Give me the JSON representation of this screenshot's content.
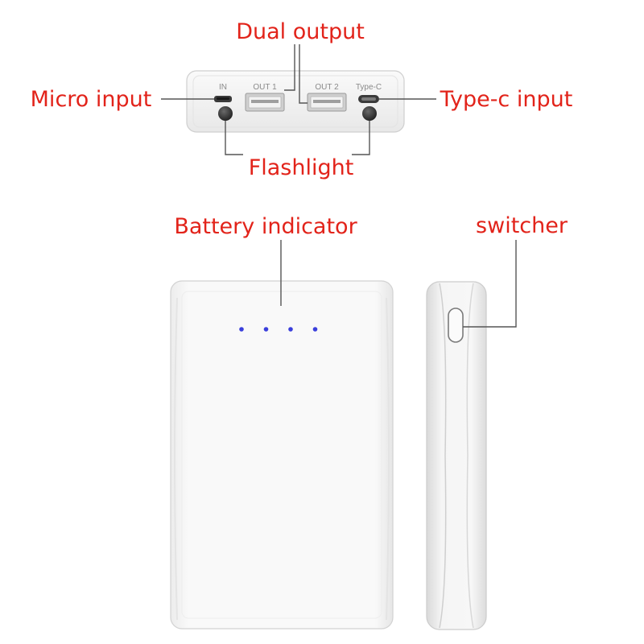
{
  "callouts": {
    "dual_output": "Dual output",
    "micro_input": "Micro input",
    "type_c_input": "Type-c input",
    "flashlight": "Flashlight",
    "battery_indicator": "Battery indicator",
    "switcher": "switcher"
  },
  "port_labels": {
    "in": "IN",
    "out1": "OUT 1",
    "out2": "OUT 2",
    "type_c": "Type-C"
  },
  "battery_indicator": {
    "led_count": 4,
    "led_color": "#3a3fdc"
  },
  "colors": {
    "callout_text": "#e2231a",
    "leader_line": "#555555",
    "device_body": "#f7f7f7"
  }
}
